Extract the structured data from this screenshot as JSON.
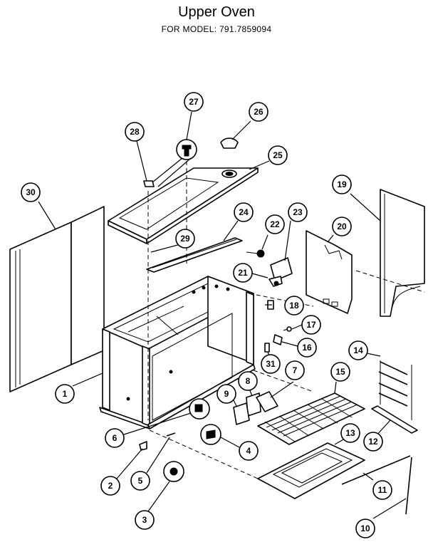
{
  "header": {
    "title": "Upper Oven",
    "subtitle": "FOR MODEL:  791.7859094"
  },
  "callouts": [
    {
      "id": "c27",
      "label": "27"
    },
    {
      "id": "c26",
      "label": "26"
    },
    {
      "id": "c28",
      "label": "28"
    },
    {
      "id": "c25",
      "label": "25"
    },
    {
      "id": "c30",
      "label": "30"
    },
    {
      "id": "c19",
      "label": "19"
    },
    {
      "id": "c24",
      "label": "24"
    },
    {
      "id": "c23",
      "label": "23"
    },
    {
      "id": "c22",
      "label": "22"
    },
    {
      "id": "c20",
      "label": "20"
    },
    {
      "id": "c29",
      "label": "29"
    },
    {
      "id": "c21",
      "label": "21"
    },
    {
      "id": "c18",
      "label": "18"
    },
    {
      "id": "c17",
      "label": "17"
    },
    {
      "id": "c16",
      "label": "16"
    },
    {
      "id": "c14",
      "label": "14"
    },
    {
      "id": "c31",
      "label": "31"
    },
    {
      "id": "c8",
      "label": "8"
    },
    {
      "id": "c7",
      "label": "7"
    },
    {
      "id": "c15",
      "label": "15"
    },
    {
      "id": "c1",
      "label": "1"
    },
    {
      "id": "c9",
      "label": "9"
    },
    {
      "id": "c6",
      "label": "6"
    },
    {
      "id": "c4",
      "label": "4"
    },
    {
      "id": "c12",
      "label": "12"
    },
    {
      "id": "c13",
      "label": "13"
    },
    {
      "id": "c2",
      "label": "2"
    },
    {
      "id": "c5",
      "label": "5"
    },
    {
      "id": "c11",
      "label": "11"
    },
    {
      "id": "c3",
      "label": "3"
    },
    {
      "id": "c10",
      "label": "10"
    }
  ]
}
